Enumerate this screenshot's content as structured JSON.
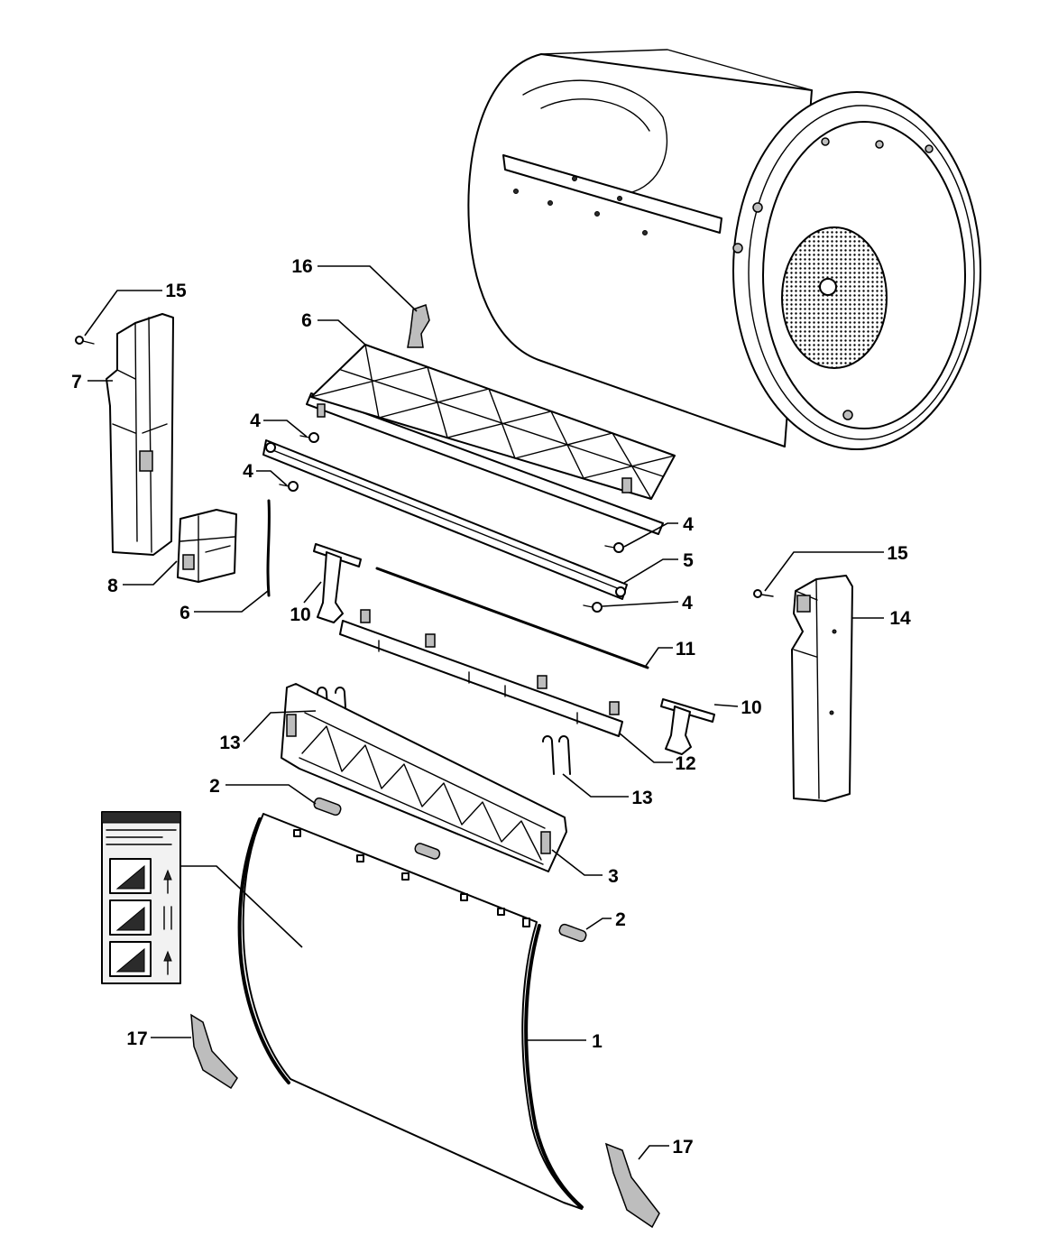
{
  "callouts": [
    "16",
    "15",
    "6",
    "7",
    "4",
    "4",
    "8",
    "6",
    "10",
    "4",
    "5",
    "4",
    "15",
    "14",
    "11",
    "10",
    "13",
    "12",
    "13",
    "2",
    "3",
    "2",
    "1",
    "17",
    "17"
  ],
  "colors": {
    "line": "#000000",
    "background": "#ffffff",
    "shade": "#bdbdbd"
  }
}
